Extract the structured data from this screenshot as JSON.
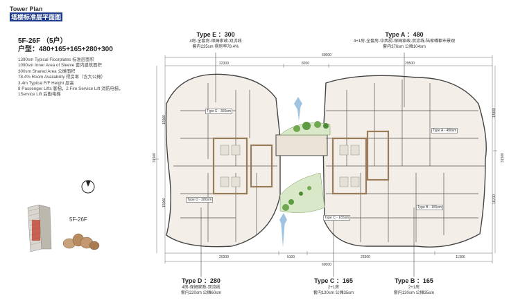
{
  "header": {
    "title_en": "Tower Plan",
    "title_cn": "塔楼标准层平面图"
  },
  "summary": {
    "floor_range": "5F-26F （5户）",
    "unit_mix": "户型：480+165+165+280+300",
    "specs": [
      "1390sm Typical Floorplates 标准层面积",
      "1090sm Inner Area of Sleeve 套内建筑面积",
      "300sm Shared Area 公摊面积",
      "78.4% Room Availability 得房率（含大公摊）",
      "3.4m Typical F/F Height 层高",
      "8 Passenger Lifts 客梯，2 Fire Service Lift 消防电梯，",
      "1Service Lift 后勤电梯"
    ]
  },
  "key_plan": {
    "floor_label": "5F-26F"
  },
  "units": {
    "e": {
      "title": "Type E ：300",
      "desc": "4房-全套房-保姆家政-双流线",
      "area": "套内235sm   得房率78.4%"
    },
    "a": {
      "title": "Type A ：480",
      "desc": "4+1房-全套房-中西厨-保姆家政-双流线-陆家嘴都市景观",
      "area": "套内376sm   公摊104sm"
    },
    "d": {
      "title": "Type D ：280",
      "desc": "4房-保姆家政-双流线",
      "area": "套内220sm   公摊60sm"
    },
    "c": {
      "title": "Type C ：165",
      "desc": "2+1房",
      "area": "套内130sm   公摊35sm"
    },
    "b": {
      "title": "Type B ：165",
      "desc": "2+1房",
      "area": "套内130sm   公摊35sm"
    }
  },
  "dimensions": {
    "top_total": "60000",
    "top_segments": [
      "22300",
      "8200",
      "29500"
    ],
    "bottom_total": "60000",
    "bottom_segments": [
      "20300",
      "5100",
      "23300",
      "11300"
    ],
    "left_total": "31500",
    "left_segments": [
      "16500",
      "15000"
    ],
    "right_total": "31500",
    "right_segments": [
      "14800",
      "16700"
    ]
  },
  "plan_tags": {
    "type_e": "Type E - 300sm",
    "type_a": "Type A - 480sm",
    "type_d": "Type D - 280sm",
    "type_c": "Type C - 165sm",
    "type_b": "Type B - 165sm"
  },
  "colors": {
    "title_bg": "#1e3a8a",
    "wall": "#444444",
    "brown": "#9a7b5a",
    "green": "#6fa84f",
    "arrow": "#9fc3e0",
    "floor": "#f3efe8"
  }
}
